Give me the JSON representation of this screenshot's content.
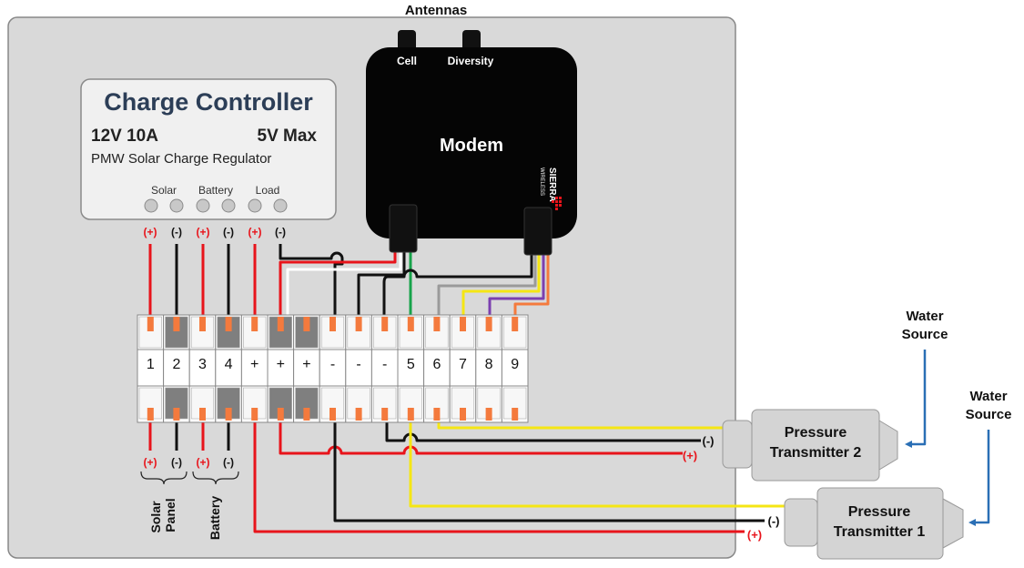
{
  "title": "Antennas",
  "charge_controller": {
    "name": "Charge Controller",
    "spec_left": "12V 10A",
    "spec_right": "5V Max",
    "subtitle": "PMW Solar Charge Regulator",
    "port_labels": [
      "Solar",
      "Battery",
      "Load"
    ],
    "polarity": [
      "(+)",
      "(-)",
      "(+)",
      "(-)",
      "(+)",
      "(-)"
    ]
  },
  "modem": {
    "name": "Modem",
    "antenna_labels": [
      "Cell",
      "Diversity"
    ],
    "brand": "SIERRA",
    "brand_sub": "WIRELESS"
  },
  "terminal_block": {
    "labels": [
      "1",
      "2",
      "3",
      "4",
      "+",
      "+",
      "+",
      "-",
      "-",
      "-",
      "5",
      "6",
      "7",
      "8",
      "9"
    ]
  },
  "bottom": {
    "polarity": [
      "(+)",
      "(-)",
      "(+)",
      "(-)"
    ],
    "groups": [
      "Solar Panel",
      "Battery"
    ]
  },
  "transmitters": [
    {
      "name_line1": "Pressure",
      "name_line2": "Transmitter 2",
      "neg": "(-)",
      "pos": "(+)",
      "source_line1": "Water",
      "source_line2": "Source"
    },
    {
      "name_line1": "Pressure",
      "name_line2": "Transmitter 1",
      "neg": "(-)",
      "pos": "(+)",
      "source_line1": "Water",
      "source_line2": "Source"
    }
  ],
  "colors": {
    "red": "#e8141b",
    "black": "#111111",
    "yellow": "#f5e614",
    "green": "#17a34a",
    "purple": "#7b3fb0",
    "orange": "#f47a3d",
    "gray": "#9a9a9a",
    "blue": "#2a6fb5",
    "panel": "#d9d9d9"
  }
}
